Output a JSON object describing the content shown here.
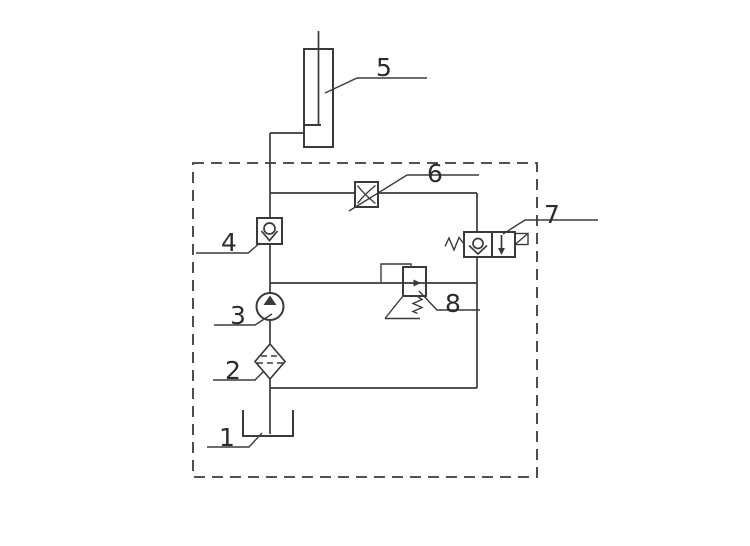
{
  "diagram": {
    "kind": "hydraulic-circuit-schematic",
    "colors": {
      "background": "#ffffff",
      "line": "#3a3a3a",
      "text": "#2b2b2b"
    },
    "components": [
      {
        "label": "1",
        "name": "oil-tank"
      },
      {
        "label": "2",
        "name": "filter"
      },
      {
        "label": "3",
        "name": "pump"
      },
      {
        "label": "4",
        "name": "check-valve"
      },
      {
        "label": "5",
        "name": "cylinder"
      },
      {
        "label": "6",
        "name": "throttle-valve"
      },
      {
        "label": "7",
        "name": "solenoid-operated-check-valve"
      },
      {
        "label": "8",
        "name": "relief-valve"
      }
    ]
  }
}
